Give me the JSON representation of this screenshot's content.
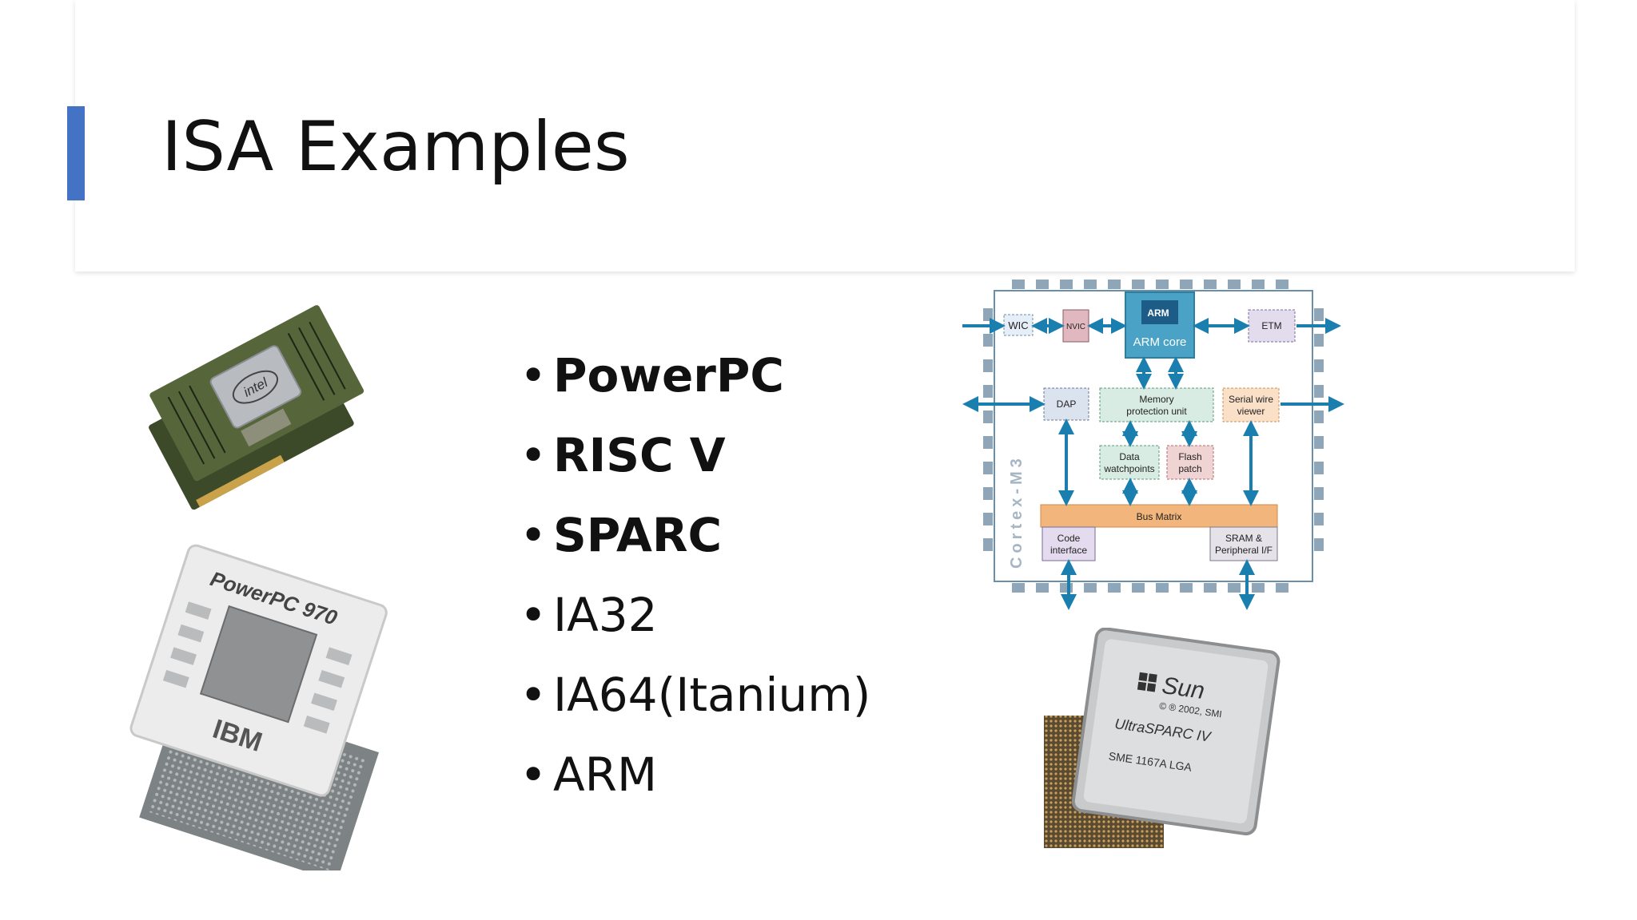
{
  "slide": {
    "title": "ISA Examples",
    "accent_color": "#4472c4"
  },
  "bullets": [
    {
      "text": "PowerPC",
      "bold": true
    },
    {
      "text": "RISC V",
      "bold": true
    },
    {
      "text": "SPARC",
      "bold": true
    },
    {
      "text": "IA32",
      "bold": false
    },
    {
      "text": "IA64(Itanium)",
      "bold": false
    },
    {
      "text": "ARM",
      "bold": false
    }
  ],
  "bullet_glyph": "•",
  "images": {
    "intel_chip": {
      "brand": "intel"
    },
    "ibm_chip": {
      "model": "PowerPC 970",
      "brand": "IBM"
    },
    "arm_diagram": {
      "blocks": {
        "wic": "WIC",
        "nvic": "NVIC",
        "arm_logo": "ARM",
        "arm_core": "ARM core",
        "etm": "ETM",
        "dap": "DAP",
        "mpu_line1": "Memory",
        "mpu_line2": "protection unit",
        "swv_line1": "Serial wire",
        "swv_line2": "viewer",
        "dw_line1": "Data",
        "dw_line2": "watchpoints",
        "fp_line1": "Flash",
        "fp_line2": "patch",
        "bus_matrix": "Bus Matrix",
        "code_line1": "Code",
        "code_line2": "interface",
        "sram_line1": "SRAM &",
        "sram_line2": "Peripheral I/F",
        "chip_label": "Cortex-M3"
      },
      "colors": {
        "arrow": "#1a7fae",
        "pin": "#8fa5b8",
        "bus": "#f2b57c"
      }
    },
    "sun_chip": {
      "brand": "Sun",
      "copyright": "© ® 2002, SMI",
      "product": "UltraSPARC IV",
      "part": "SME 1167A LGA"
    }
  }
}
